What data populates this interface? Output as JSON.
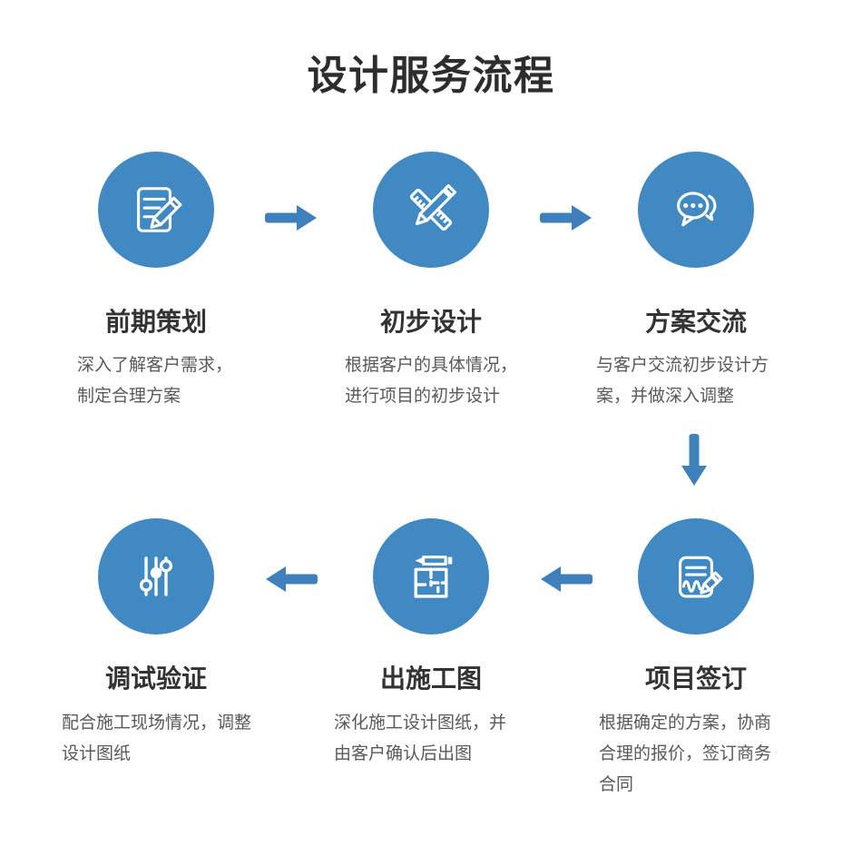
{
  "page": {
    "title": "设计服务流程"
  },
  "colors": {
    "circle-fill": "#4189c3",
    "arrow-fill": "#3d80bc",
    "title-color": "#2d2d2d",
    "heading-color": "#333333",
    "desc-color": "#595959",
    "icon-stroke": "#ffffff",
    "background": "#ffffff"
  },
  "steps": [
    {
      "title": "前期策划",
      "icon": "document-pencil-icon",
      "description": [
        "深入了解客户需求，",
        "制定合理方案"
      ]
    },
    {
      "title": "初步设计",
      "icon": "ruler-pencil-icon",
      "description": [
        "根据客户的具体情况，",
        "进行项目的初步设计"
      ]
    },
    {
      "title": "方案交流",
      "icon": "chat-bubbles-icon",
      "description": [
        "与客户交流初步设计方",
        "案，并做深入调整"
      ]
    },
    {
      "title": "项目签订",
      "icon": "contract-signing-icon",
      "description": [
        "根据确定的方案，协商",
        "合理的报价，签订商务",
        "合同"
      ]
    },
    {
      "title": "出施工图",
      "icon": "floor-plan-pencil-icon",
      "description": [
        "深化施工设计图纸，并",
        "由客户确认后出图"
      ]
    },
    {
      "title": "调试验证",
      "icon": "sliders-icon",
      "description": [
        "配合施工现场情况，调整",
        "设计图纸"
      ]
    }
  ],
  "flow_arrows": [
    "right",
    "right",
    "down",
    "left",
    "left"
  ]
}
